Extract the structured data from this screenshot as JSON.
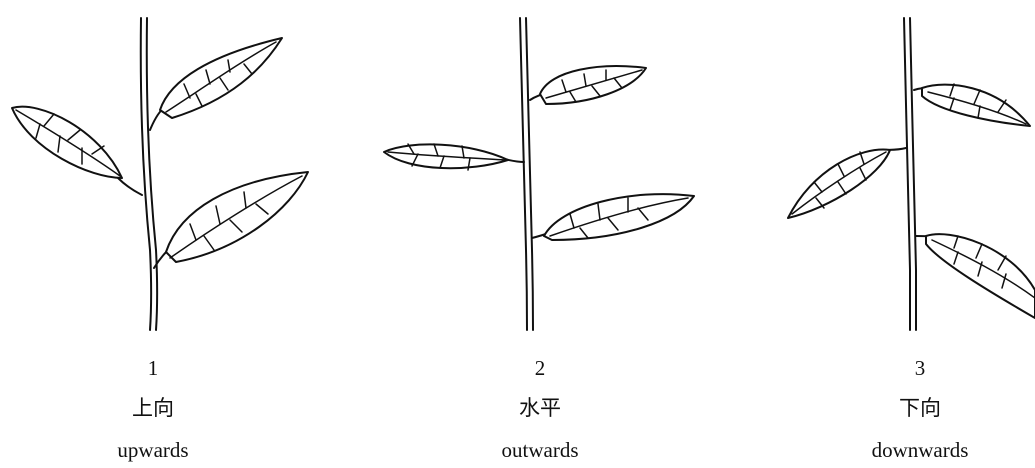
{
  "figure": {
    "panels": [
      {
        "number": "1",
        "label_cn": "上向",
        "label_en": "upwards"
      },
      {
        "number": "2",
        "label_cn": "水平",
        "label_en": "outwards"
      },
      {
        "number": "3",
        "label_cn": "下向",
        "label_en": "downwards"
      }
    ]
  }
}
